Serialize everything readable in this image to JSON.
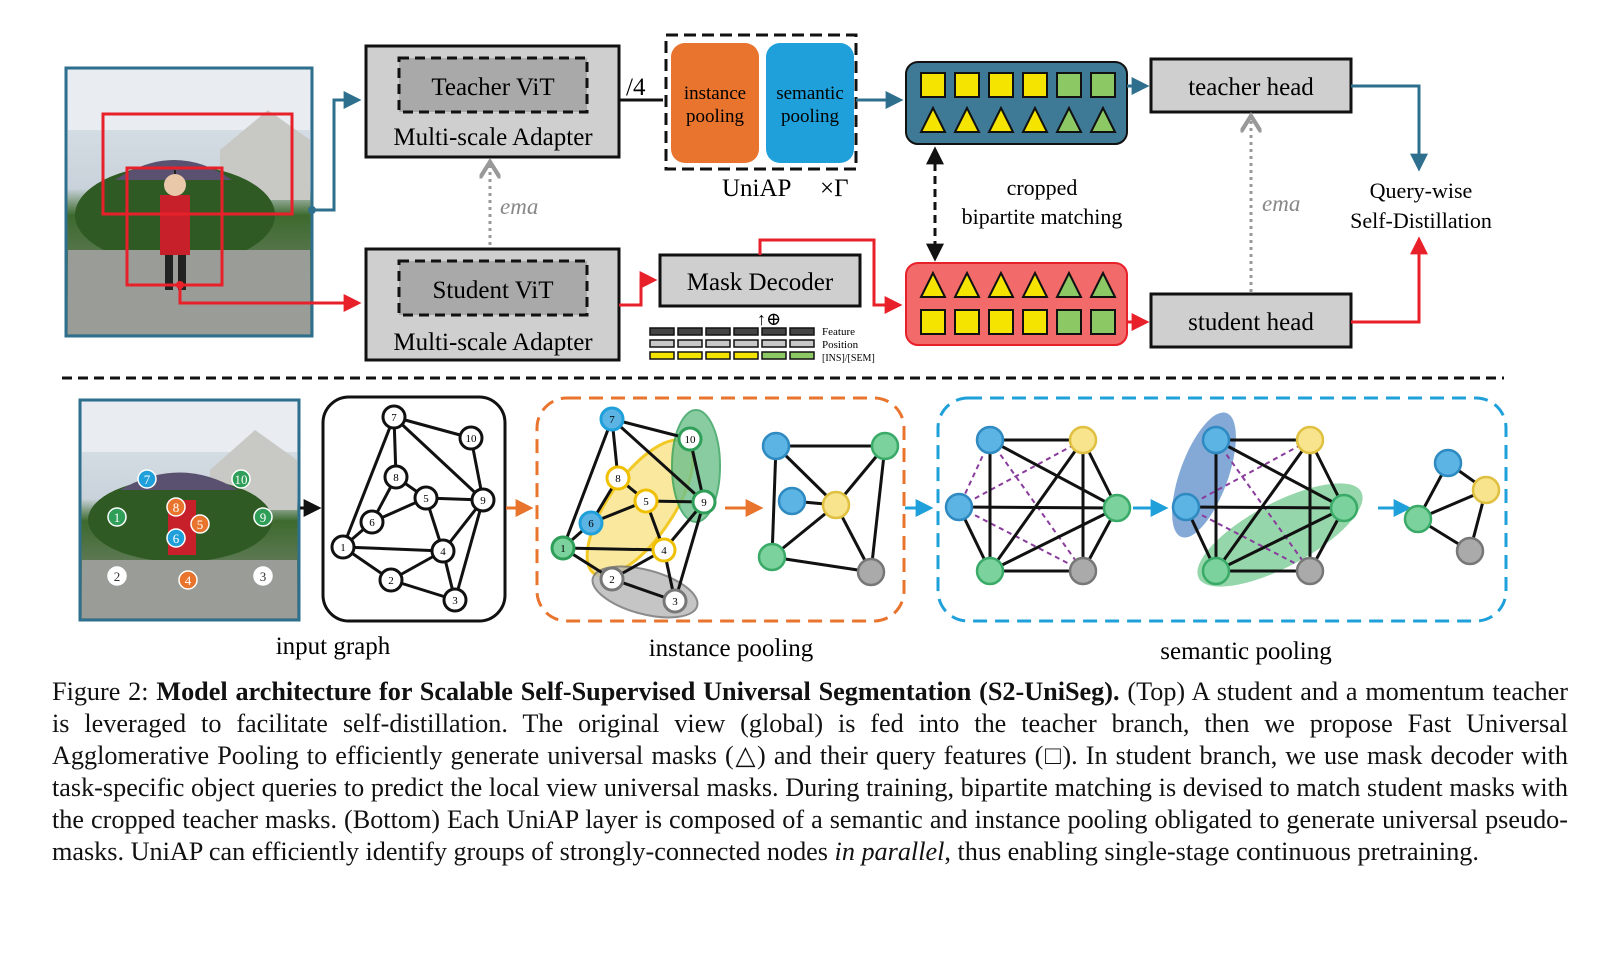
{
  "top": {
    "teacher_vit": "Teacher ViT",
    "teacher_adapter": "Multi-scale Adapter",
    "student_vit": "Student ViT",
    "student_adapter": "Multi-scale Adapter",
    "div4": "/4",
    "instance_pool": [
      "instance",
      "pooling"
    ],
    "semantic_pool": [
      "semantic",
      "pooling"
    ],
    "uniap": "UniAP",
    "times_gamma": "×Γ",
    "ema_left": "ema",
    "ema_right": "ema",
    "mask_decoder": "Mask Decoder",
    "plus": "↑⊕",
    "legend": [
      "Feature",
      "Position",
      "[INS]/[SEM]"
    ],
    "matching": [
      "cropped",
      "bipartite matching"
    ],
    "teacher_head": "teacher head",
    "student_head": "student head",
    "distill": [
      "Query-wise",
      "Self-Distillation"
    ]
  },
  "bottom": {
    "node_labels": [
      "1",
      "2",
      "3",
      "4",
      "5",
      "6",
      "7",
      "8",
      "9",
      "10"
    ],
    "photo_nodes": [
      "7",
      "10",
      "8",
      "5",
      "1",
      "9",
      "6",
      "2",
      "4",
      "3"
    ],
    "label_input": "input graph",
    "label_instance": "instance pooling",
    "label_semantic": "semantic pooling"
  },
  "colors": {
    "teal": "#2e6f8e",
    "red": "#e8202a",
    "orange": "#e8742e",
    "blue": "#1fa0da",
    "gray_box": "#cfcfcf",
    "yellow": "#f5e400",
    "green": "#8cc864",
    "node_blue": "#5cb4e4",
    "node_yellow": "#f8e48c",
    "node_green": "#7cd29c",
    "node_gray": "#aaaaaa"
  },
  "caption": {
    "figure_label": "Figure 2: ",
    "title": "Model architecture for Scalable Self-Supervised Universal Segmentation (S2-UniSeg).",
    "text1": " (Top) A student and a momentum teacher is leveraged to facilitate self-distillation. The original view (global) is fed into the teacher branch, then we propose Fast Universal Agglomerative Pooling to efficiently generate universal masks (△) and their query features (□). In student branch, we use mask decoder with task-specific object queries to predict the local view universal masks. During training, bipartite matching is devised to match student masks with the cropped teacher masks. (Bottom) Each UniAP layer is composed of a semantic and instance pooling obligated to generate universal pseudo-masks. UniAP can efficiently identify groups of strongly-connected nodes ",
    "italic": "in parallel",
    "text2": ", thus enabling single-stage continuous pretraining."
  }
}
